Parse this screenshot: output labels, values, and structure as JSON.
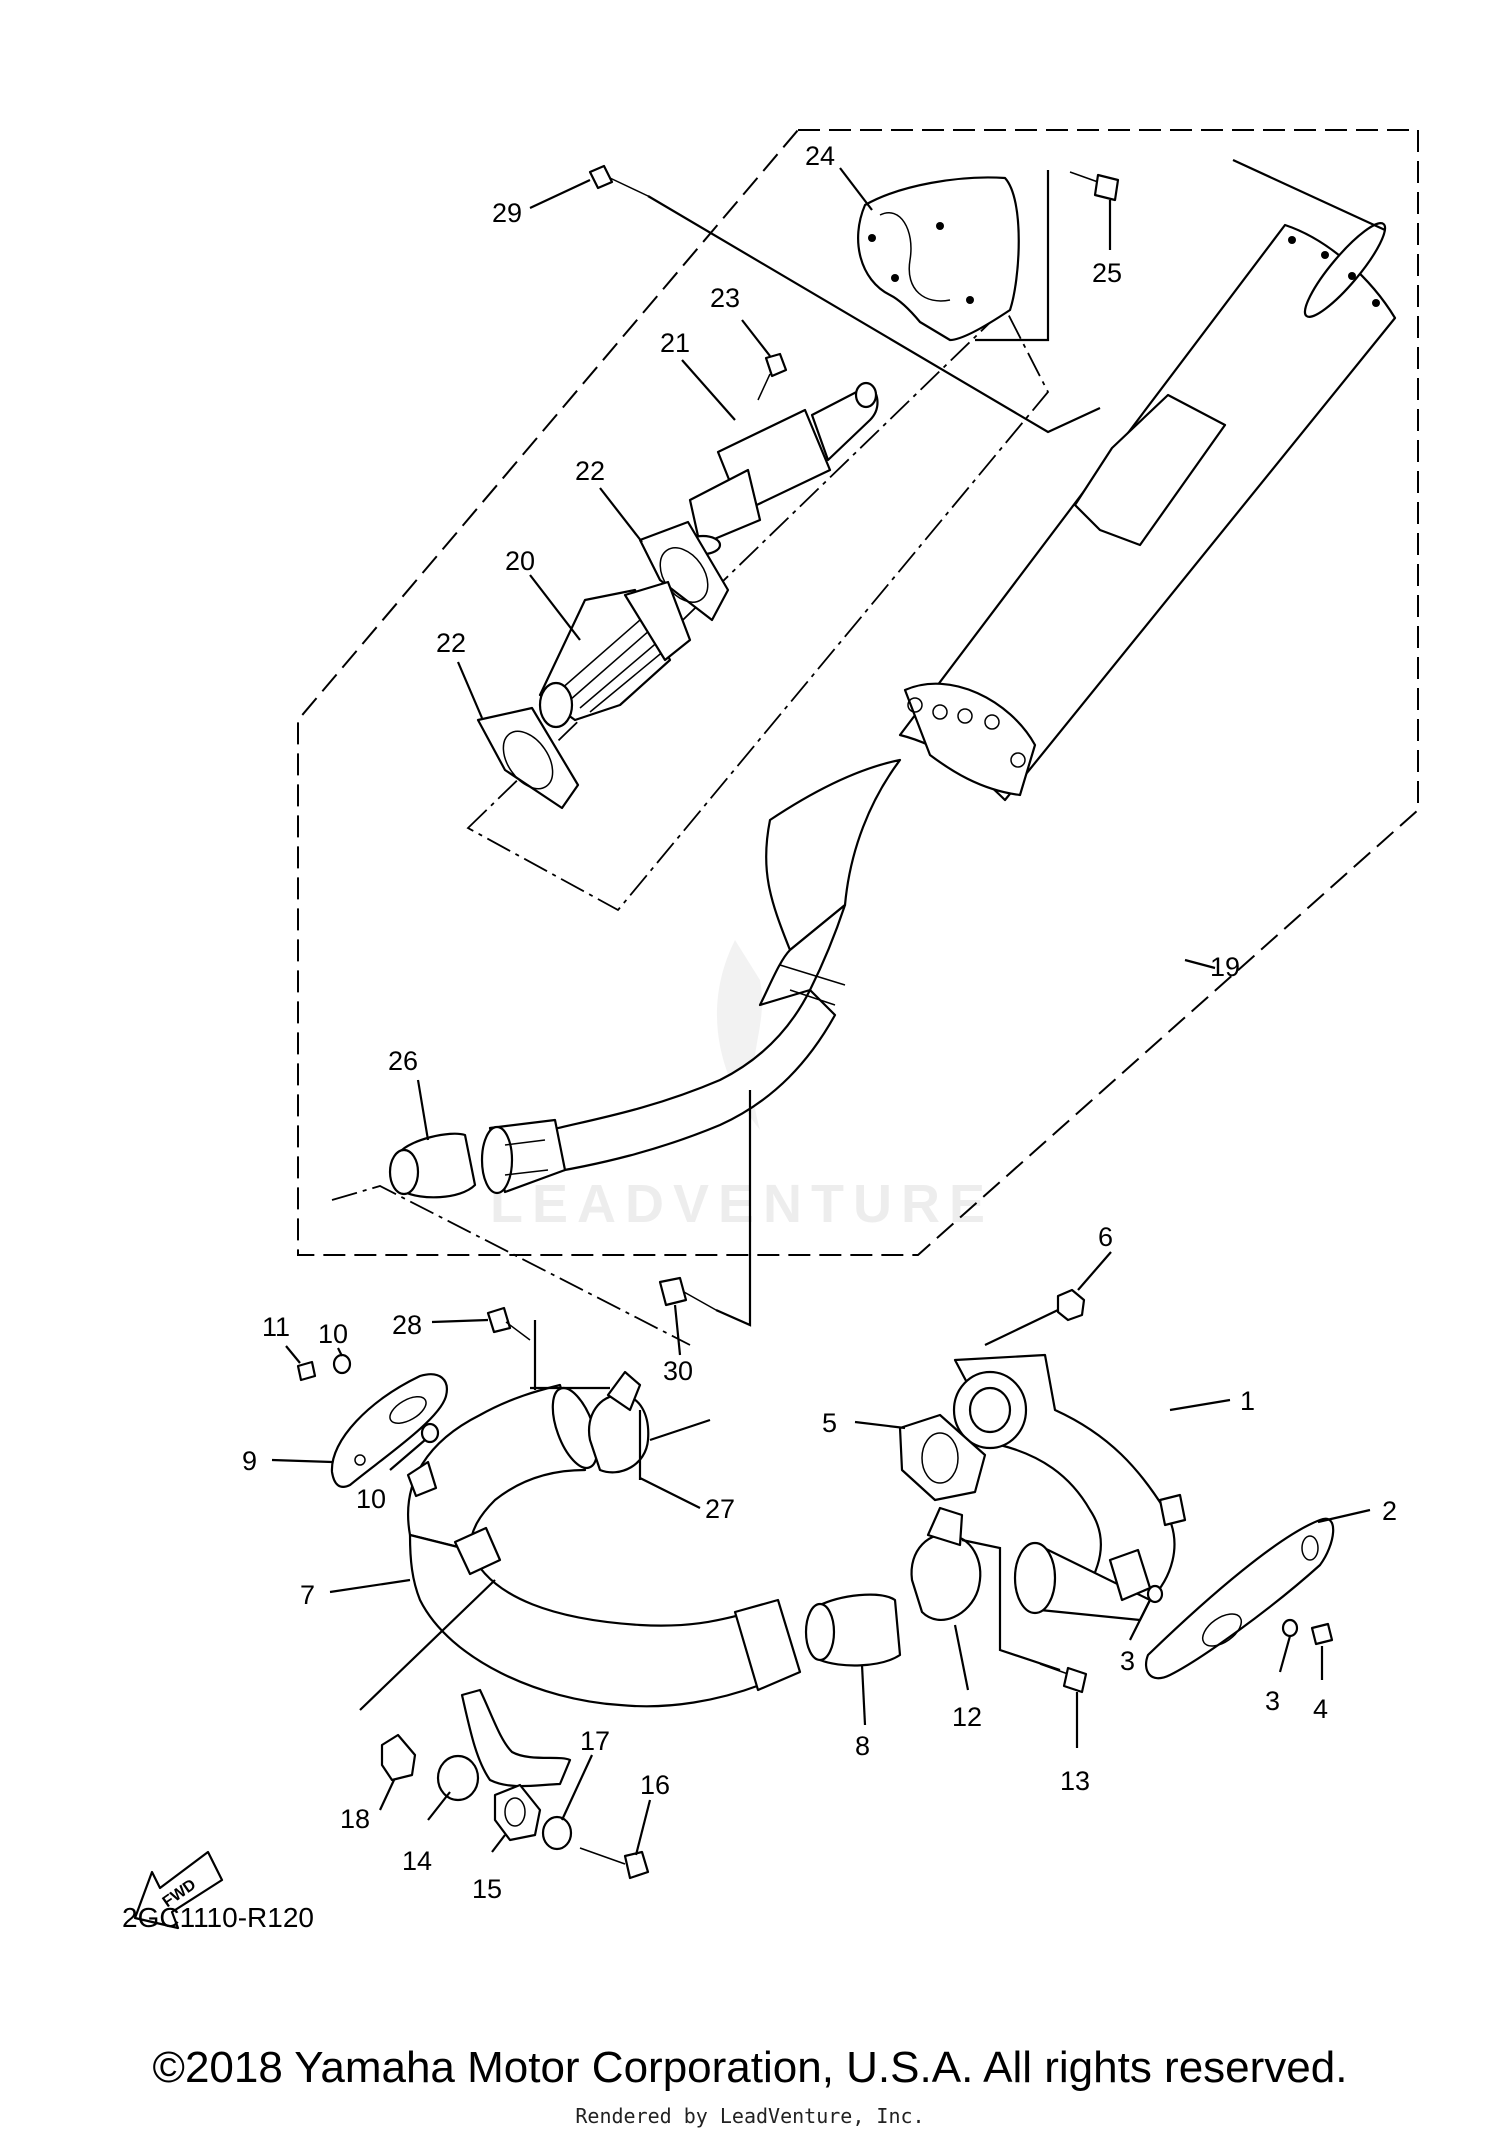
{
  "diagram": {
    "code": "2GC1110-R120",
    "direction_label": "FWD",
    "watermark": "LEADVENTURE",
    "callouts": [
      "1",
      "2",
      "3",
      "3",
      "4",
      "5",
      "6",
      "7",
      "8",
      "9",
      "10",
      "10",
      "11",
      "12",
      "13",
      "14",
      "15",
      "16",
      "17",
      "18",
      "19",
      "20",
      "21",
      "22",
      "22",
      "23",
      "24",
      "25",
      "26",
      "27",
      "28",
      "29",
      "30"
    ]
  },
  "footer": {
    "copyright": "©2018 Yamaha Motor Corporation, U.S.A. All rights reserved.",
    "rendered_by": "Rendered by LeadVenture, Inc."
  }
}
